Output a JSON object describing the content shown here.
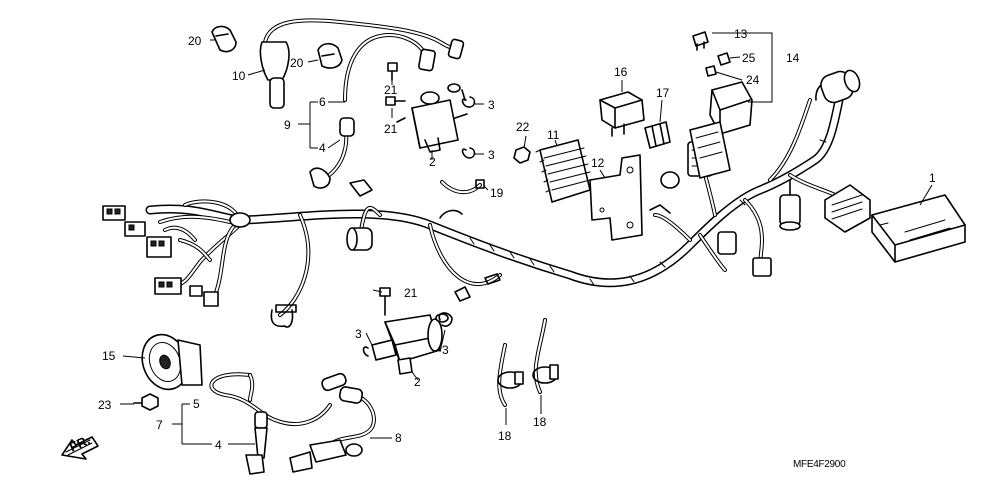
{
  "diagram_code": "MFE4F2900",
  "direction_label": "FR.",
  "callouts": {
    "c1": "1",
    "c2a": "2",
    "c2b": "2",
    "c3a": "3",
    "c3b": "3",
    "c3c": "3",
    "c3d": "3",
    "c4a": "4",
    "c4b": "4",
    "c5": "5",
    "c6": "6",
    "c7": "7",
    "c8": "8",
    "c9": "9",
    "c10": "10",
    "c11": "11",
    "c12": "12",
    "c13": "13",
    "c14": "14",
    "c15": "15",
    "c16": "16",
    "c17": "17",
    "c18a": "18",
    "c18b": "18",
    "c19": "19",
    "c20a": "20",
    "c20b": "20",
    "c21a": "21",
    "c21b": "21",
    "c21c": "21",
    "c22": "22",
    "c23": "23",
    "c24": "24",
    "c25": "25"
  }
}
